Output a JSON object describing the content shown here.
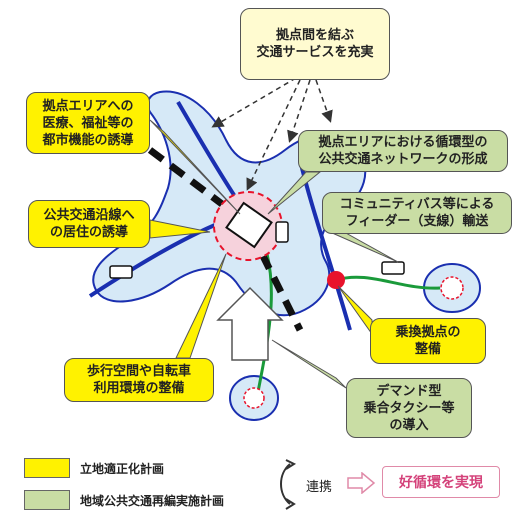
{
  "callouts": {
    "top": "拠点間を結ぶ\n交通サービスを充実",
    "medical": "拠点エリアへの\n医療、福祉等の\n都市機能の誘導",
    "network": "拠点エリアにおける循環型の\n公共交通ネットワークの形成",
    "residence": "公共交通沿線へ\nの居住の誘導",
    "feeder": "コミュニティバス等による\nフィーダー（支線）輸送",
    "transfer": "乗換拠点の\n整備",
    "walking": "歩行空間や自転車\n利用環境の整備",
    "demand": "デマンド型\n乗合タクシー等\nの導入"
  },
  "legend": {
    "yellow_label": "立地適正化計画",
    "green_label": "地域公共交通再編実施計画",
    "link_label": "連携",
    "result_label": "好循環を実現"
  },
  "colors": {
    "yellow": "#fff200",
    "green": "#c9dda4",
    "river": "#1a2fb0",
    "transit_green": "#1a9a3a",
    "hub_red": "#e8132b",
    "area_fill": "#d6e9f7"
  }
}
